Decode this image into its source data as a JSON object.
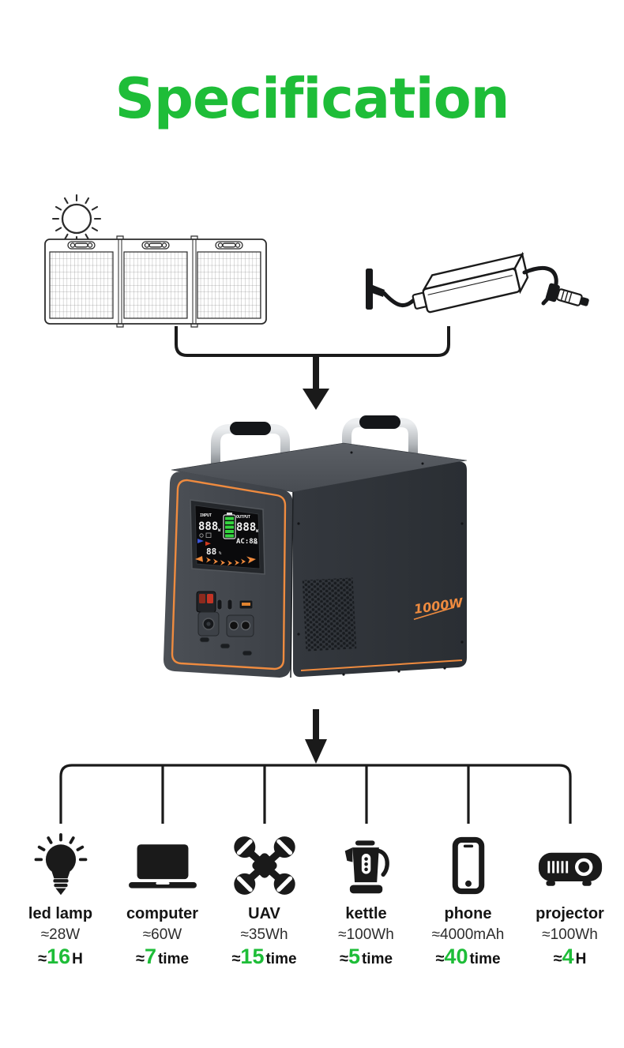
{
  "title": "Specification",
  "colors": {
    "accent_green": "#1ebd38",
    "product_orange": "#ef8b3f",
    "ink": "#1a1a1a"
  },
  "sources": {
    "solar_panel_icon": "solar-panel-icon",
    "sun_icon": "sun-icon",
    "ac_adapter_icon": "ac-adapter-icon"
  },
  "product": {
    "power_label": "1000W",
    "display": {
      "input_label": "INPUT",
      "input_value": "888",
      "input_unit": "W",
      "output_label": "OUTPUT",
      "output_value": "888",
      "output_unit": "W",
      "ac_text": "AC:88",
      "ac_unit": "Hz",
      "soc_value": "88",
      "soc_unit": "%"
    }
  },
  "devices": [
    {
      "icon": "led-lamp-icon",
      "label": "led lamp",
      "power": "≈28W",
      "time_prefix": "≈",
      "time_value": "16",
      "time_unit": "H"
    },
    {
      "icon": "computer-icon",
      "label": "computer",
      "power": "≈60W",
      "time_prefix": "≈",
      "time_value": "7",
      "time_unit": "time"
    },
    {
      "icon": "uav-drone-icon",
      "label": "UAV",
      "power": "≈35Wh",
      "time_prefix": "≈",
      "time_value": "15",
      "time_unit": "time"
    },
    {
      "icon": "kettle-icon",
      "label": "kettle",
      "power": "≈100Wh",
      "time_prefix": "≈",
      "time_value": "5",
      "time_unit": "time"
    },
    {
      "icon": "phone-icon",
      "label": "phone",
      "power": "≈4000mAh",
      "time_prefix": "≈",
      "time_value": "40",
      "time_unit": "time"
    },
    {
      "icon": "projector-icon",
      "label": "projector",
      "power": "≈100Wh",
      "time_prefix": "≈",
      "time_value": "4",
      "time_unit": "H"
    }
  ]
}
